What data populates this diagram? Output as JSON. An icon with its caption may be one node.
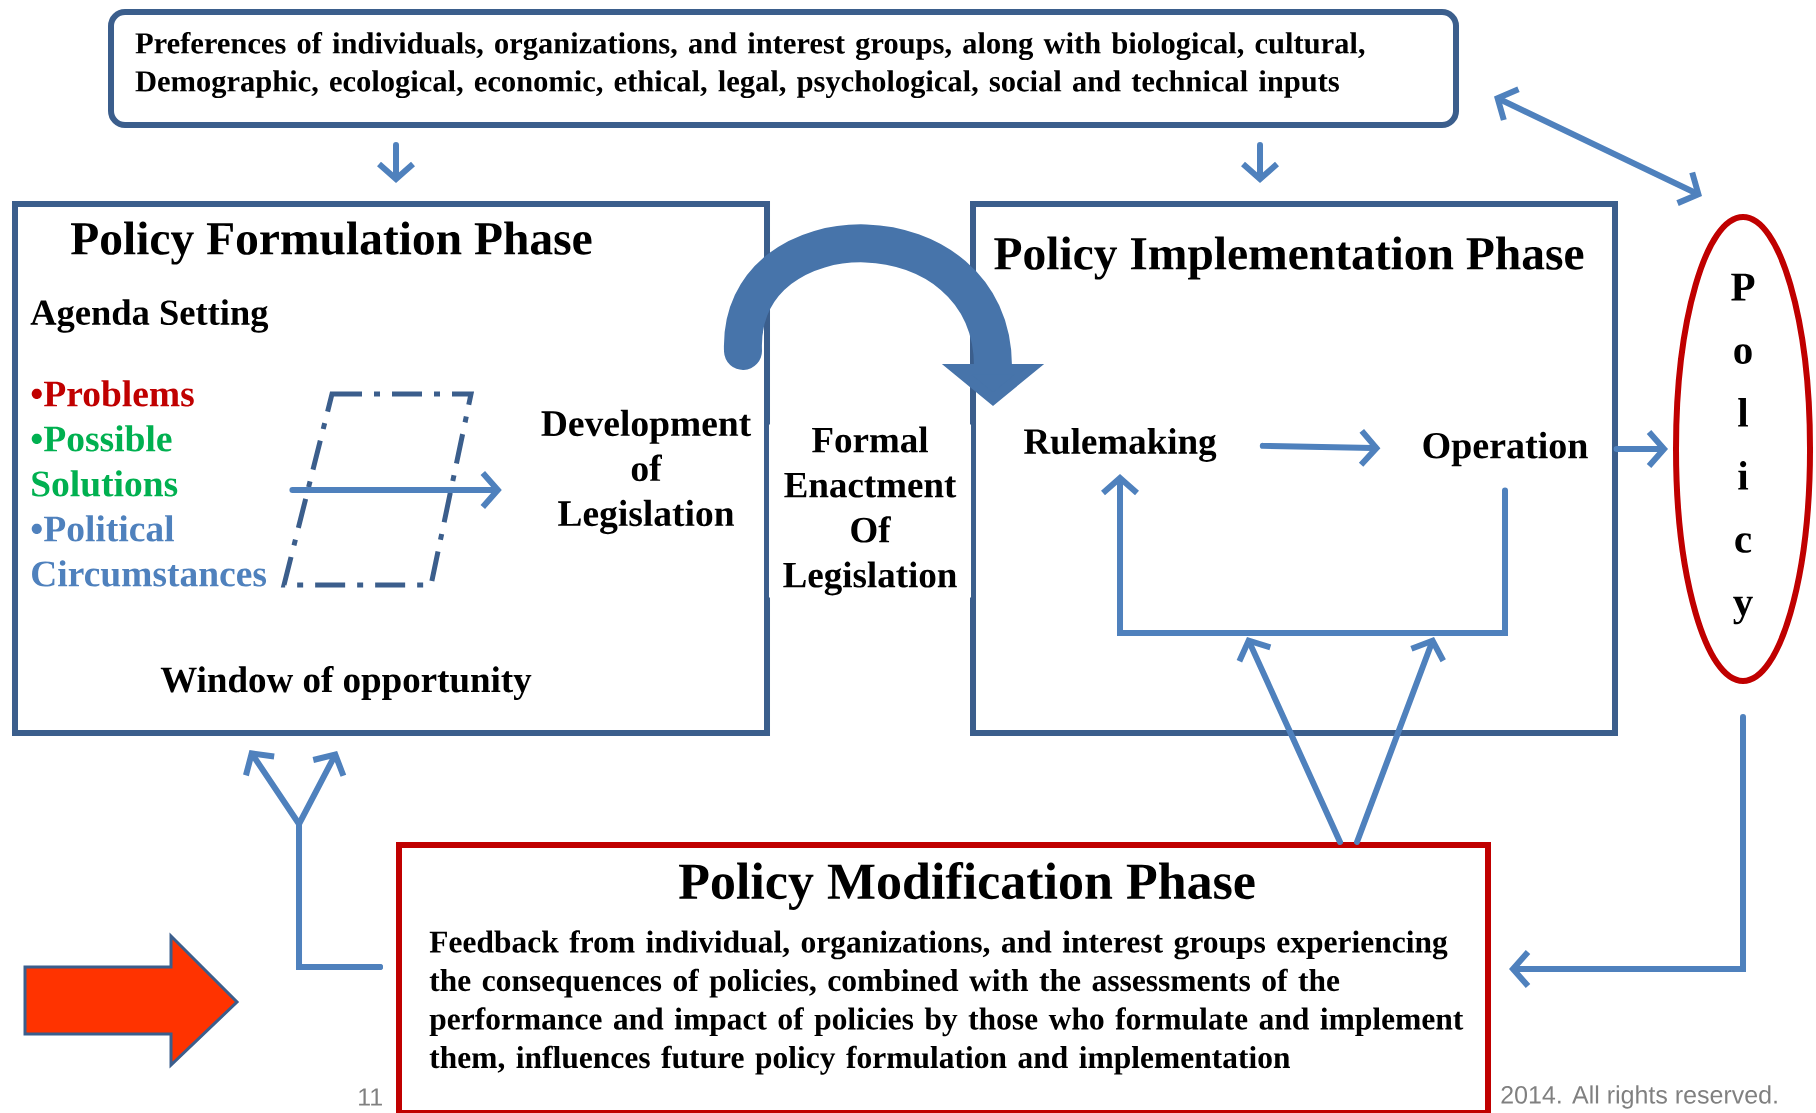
{
  "diagram": {
    "nodes": [
      {
        "text": [
          "Preferences of individuals, organizations, and interest groups, along with biological, cultural, Demographic, ecological, economic, ethical, legal, psychological, social and technical inputs"
        ]
      },
      {
        "text": [
          "Policy Formulation Phase",
          "Agenda Setting",
          "Window of opportunity"
        ]
      },
      {
        "text": [
          "•Problems",
          "•Possible Solutions",
          "•Political Circumstances"
        ],
        "in": 1
      },
      {
        "text": [
          "Development of Legislation"
        ],
        "in": 1
      },
      {
        "text": [
          "Policy Implementation Phase"
        ]
      },
      {
        "text": [
          "Rulemaking"
        ],
        "in": 4
      },
      {
        "text": [
          "Operation"
        ],
        "in": 4
      },
      {
        "text": [
          "P o l i c y"
        ]
      },
      {
        "text": [
          "Policy Modification Phase",
          "Feedback from individual, organizations, and interest groups experiencing the consequences of policies, combined with the assessments of the performance and impact of policies by those who formulate and implement them, influences future policy formulation and implementation"
        ]
      }
    ],
    "edges": [
      {
        "from": 0,
        "to": 1,
        "arrow": "to"
      },
      {
        "from": 0,
        "to": 4,
        "arrow": "to"
      },
      {
        "from": 0,
        "to": 7,
        "arrow": "both"
      },
      {
        "from": 2,
        "to": 3,
        "arrow": "to"
      },
      {
        "from": 1,
        "to": 4,
        "arrow": "to",
        "label": "Formal Enactment Of Legislation",
        "style": "thick"
      },
      {
        "from": 5,
        "to": 6,
        "arrow": "to"
      },
      {
        "from": 6,
        "to": 5,
        "arrow": "to"
      },
      {
        "from": 8,
        "to": null,
        "arrow": "to"
      },
      {
        "from": 8,
        "to": null,
        "arrow": "to"
      },
      {
        "from": 7,
        "to": 8,
        "arrow": "to"
      },
      {
        "from": 8,
        "to": 1,
        "arrow": "to"
      },
      {
        "from": 8,
        "to": 1,
        "arrow": "to"
      },
      {
        "from": 6,
        "to": 7,
        "arrow": "to"
      }
    ],
    "labels": [
      "11",
      "2014. All rights reserved."
    ]
  }
}
